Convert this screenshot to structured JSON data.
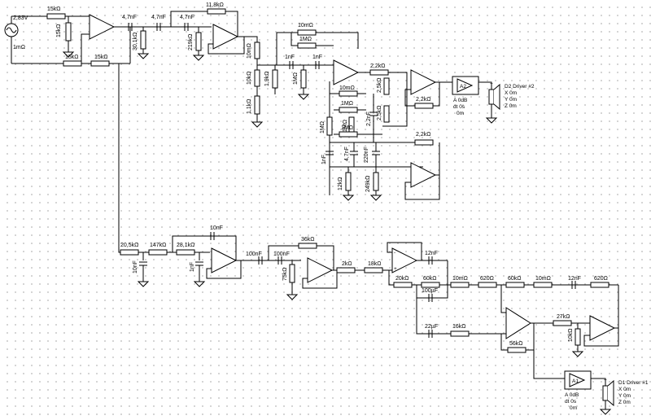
{
  "source": {
    "voltage": "2,83V",
    "impedance": "1mΩ"
  },
  "resistors": {
    "r_in_top": "15kΩ",
    "r_in_vert": "15kΩ",
    "r_in_low": "15kΩ",
    "r_in_low2": "15kΩ",
    "r_301": "30,1kΩ",
    "r_118": "11,8kΩ",
    "r_219": "219kΩ",
    "r_10mv": "10mΩ",
    "r_10kv": "10kΩ",
    "r_11kv": "1,1kΩ",
    "r_10m_top": "10mΩ",
    "r_1m_top": "1MΩ",
    "r_19k": "1,9kΩ",
    "r_1m_v": "1MΩ",
    "r_22k_a": "2,2kΩ",
    "r_22k_b": "2,2kΩ",
    "r_25k_a": "2,5kΩ",
    "r_25k_b": "2,5kΩ",
    "r_10m_mid": "10mΩ",
    "r_1m_mid": "1MΩ",
    "r_1m_mid2": "1MΩ",
    "r_1m_mid3": "1MΩ",
    "r_1m_v2": "1MΩ",
    "r_1m_v3": "1MΩ",
    "r_22k_c": "2,2kΩ",
    "r_12k": "12kΩ",
    "r_249k": "249kΩ",
    "r_205k": "20,5kΩ",
    "r_147k": "147kΩ",
    "r_281k": "28,1kΩ",
    "r_36k": "36kΩ",
    "r_75k": "75kΩ",
    "r_2k": "2kΩ",
    "r_18k": "18kΩ",
    "r_20k": "20kΩ",
    "r_60k": "60kΩ",
    "r_10m_b": "10mΩ",
    "r_620_a": "620Ω",
    "r_60k_b": "60kΩ",
    "r_10m_c": "10mΩ",
    "r_620_b": "620Ω",
    "r_16k": "16kΩ",
    "r_56k": "56kΩ",
    "r_27k": "27kΩ",
    "r_10k_b": "10kΩ"
  },
  "capacitors": {
    "c_47n_a": "4,7nF",
    "c_47n_b": "4,7nF",
    "c_47n_c": "4,7nF",
    "c_1n_a": "1nF",
    "c_1n_b": "1nF",
    "c_22n": "2,2nF",
    "c_1n_v": "1nF",
    "c_47n_v": "4,7nF",
    "c_220n": "220nF",
    "c_10n_top": "10nF",
    "c_10n_v": "10nF",
    "c_1n_v2": "1nF",
    "c_100n_a": "100nF",
    "c_100n_b": "100nF",
    "c_12n_a": "12nF",
    "c_100u": "100µF",
    "c_12n_b": "12nF",
    "c_22u": "22µF"
  },
  "amp2": {
    "label": "A2",
    "gain": "A  0dB",
    "dt": "dt 0s",
    "dt2": "0m"
  },
  "amp1": {
    "label": "A1",
    "gain": "A  0dB",
    "dt": "dt 0s",
    "dt2": "0m"
  },
  "driver2": {
    "name": "D2 Driver #2",
    "x": "X 0m",
    "y": "Y 0m",
    "z": "Z 0m"
  },
  "driver1": {
    "name": "D1 Driver #1",
    "x": "X 0m",
    "y": "Y 0m",
    "z": "Z 0m"
  },
  "opamp_signs": {
    "plus": "+",
    "minus": "-"
  }
}
